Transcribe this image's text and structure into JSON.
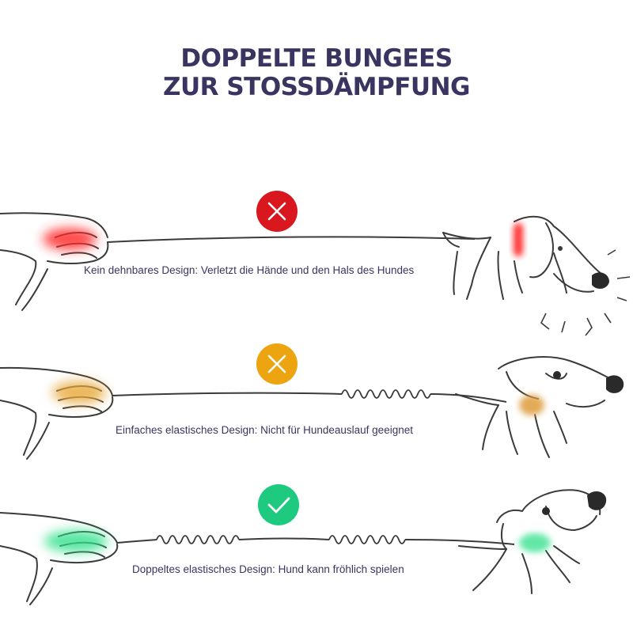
{
  "title": {
    "line1": "DOPPELTE BUNGEES",
    "line2": "ZUR STOSSDÄMPFUNG"
  },
  "rows": [
    {
      "status": "bad",
      "icon": "x-icon",
      "badge_color": "#d9171e",
      "glow_color": "#ff2a2a",
      "caption": "Kein dehnbares Design: Verletzt die Hände und den Hals des Hundes"
    },
    {
      "status": "warning",
      "icon": "x-icon",
      "badge_color": "#eca511",
      "glow_color": "#e8a93a",
      "caption": "Einfaches elastisches Design: Nicht für Hundeauslauf geeignet"
    },
    {
      "status": "good",
      "icon": "check-icon",
      "badge_color": "#1ec980",
      "glow_color": "#2ee08a",
      "caption": "Doppeltes elastisches Design: Hund kann fröhlich spielen"
    }
  ],
  "colors": {
    "title": "#3a3560",
    "line_art": "#3b3b3b"
  }
}
